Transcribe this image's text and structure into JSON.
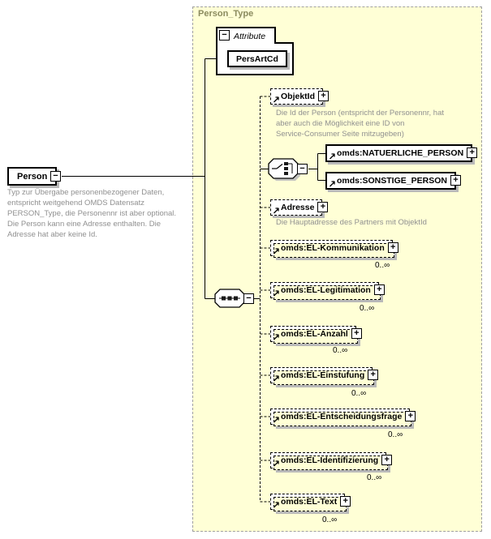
{
  "icons": {
    "plus": "+",
    "minus": "−",
    "ref_arrow": "ref-arrow",
    "sequence": "sequence-connector",
    "choice": "choice-connector"
  },
  "colors": {
    "container_bg": "#ffffd6",
    "container_border": "#a0a0a0",
    "container_label": "#8b8b5f",
    "annotation_text": "#909090",
    "box_shadow": "#b9b9b9",
    "box_border": "#000000"
  },
  "type_container": {
    "label": "Person_Type"
  },
  "person": {
    "label": "Person",
    "description": "Typ zur Übergabe personenbezogener Daten,\nentspricht weitgehend OMDS Datensatz\nPERSON_Type, die Personennr ist aber optional.\nDie Person kann eine Adresse enthalten. Die\nAdresse hat aber keine Id."
  },
  "attribute_section": {
    "label": "Attribute",
    "attribute": {
      "label": "PersArtCd"
    }
  },
  "elements": {
    "objektid": {
      "label": "ObjektId",
      "annotation": "Die Id der Person (entspricht der Personennr, hat\naber auch die Möglichkeit eine ID von\nService-Consumer Seite mitzugeben)"
    },
    "natuerliche_person": {
      "label": "omds:NATUERLICHE_PERSON"
    },
    "sonstige_person": {
      "label": "omds:SONSTIGE_PERSON"
    },
    "adresse": {
      "label": "Adresse",
      "annotation": "Die Hauptadresse des Partners mit ObjektId"
    },
    "el_kommunikation": {
      "label": "omds:EL-Kommunikation",
      "cardinality": "0..∞"
    },
    "el_legitimation": {
      "label": "omds:EL-Legitimation",
      "cardinality": "0..∞"
    },
    "el_anzahl": {
      "label": "omds:EL-Anzahl",
      "cardinality": "0..∞"
    },
    "el_einstufung": {
      "label": "omds:EL-Einstufung",
      "cardinality": "0..∞"
    },
    "el_entscheidungsfrage": {
      "label": "omds:EL-Entscheidungsfrage",
      "cardinality": "0..∞"
    },
    "el_identifizierung": {
      "label": "omds:EL-Identifizierung",
      "cardinality": "0..∞"
    },
    "el_text": {
      "label": "omds:EL-Text",
      "cardinality": "0..∞"
    }
  }
}
